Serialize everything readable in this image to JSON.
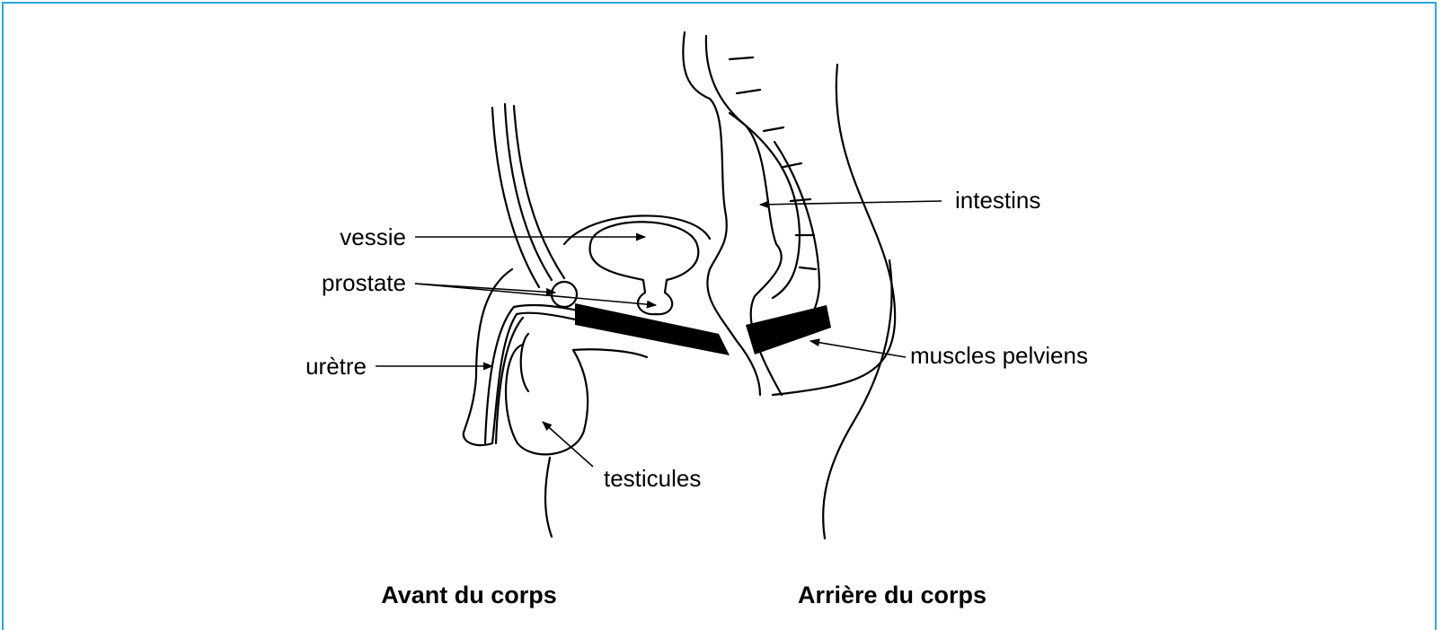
{
  "colors": {
    "frame": "#2aa7de",
    "ink": "#000000",
    "background": "#ffffff"
  },
  "labels": {
    "intestins": "intestins",
    "vessie": "vessie",
    "prostate": "prostate",
    "uretre": "urètre",
    "muscles": "muscles pelviens",
    "testicules": "testicules"
  },
  "captions": {
    "front": "Avant du corps",
    "back": "Arrière du corps"
  }
}
